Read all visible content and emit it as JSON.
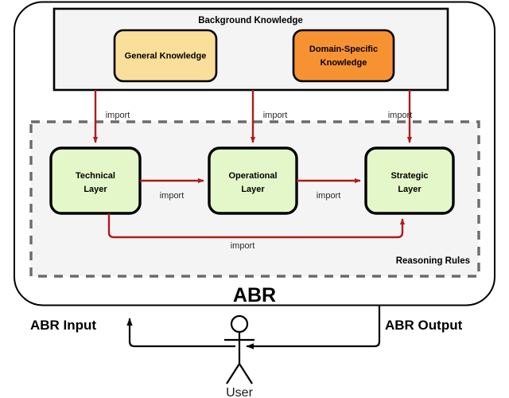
{
  "diagram": {
    "title": "ABR",
    "outer_container": {
      "label": "ABR",
      "name": "abr-container"
    },
    "background_panel": {
      "title": "Background Knowledge",
      "fill": "#f4f4f4",
      "stroke": "#000000",
      "boxes": [
        {
          "id": "general-knowledge",
          "label": "General Knowledge",
          "fill": "#FADF9B",
          "stroke": "#000000"
        },
        {
          "id": "domain-specific-knowledge",
          "label": "Domain-Specific Knowledge",
          "line1": "Domain-Specific",
          "line2": "Knowledge",
          "fill": "#F79232",
          "stroke": "#000000"
        }
      ]
    },
    "reasoning_group": {
      "label": "Reasoning Rules",
      "fill": "#f4f4f4",
      "stroke": "#666666",
      "style": "dashed",
      "layers": [
        {
          "id": "technical-layer",
          "line1": "Technical",
          "line2": "Layer",
          "label": "Technical Layer",
          "fill": "#E4F7C9",
          "stroke": "#000000"
        },
        {
          "id": "operational-layer",
          "line1": "Operational",
          "line2": "Layer",
          "label": "Operational Layer",
          "fill": "#E4F7C9",
          "stroke": "#000000"
        },
        {
          "id": "strategic-layer",
          "line1": "Strategic",
          "line2": "Layer",
          "label": "Strategic Layer",
          "fill": "#E4F7C9",
          "stroke": "#000000"
        }
      ]
    },
    "arrows": {
      "color": "#AF1C1C",
      "import_label": "import",
      "edges": [
        {
          "id": "bk-to-technical",
          "label": "import"
        },
        {
          "id": "bk-to-operational",
          "label": "import"
        },
        {
          "id": "bk-to-strategic",
          "label": "import"
        },
        {
          "id": "technical-to-operational",
          "label": "import"
        },
        {
          "id": "operational-to-strategic",
          "label": "import"
        },
        {
          "id": "technical-to-strategic-feedback",
          "label": "import"
        }
      ]
    },
    "io": {
      "input_label": "ABR Input",
      "output_label": "ABR Output",
      "actor_label": "User",
      "flow_color": "#000000"
    }
  }
}
